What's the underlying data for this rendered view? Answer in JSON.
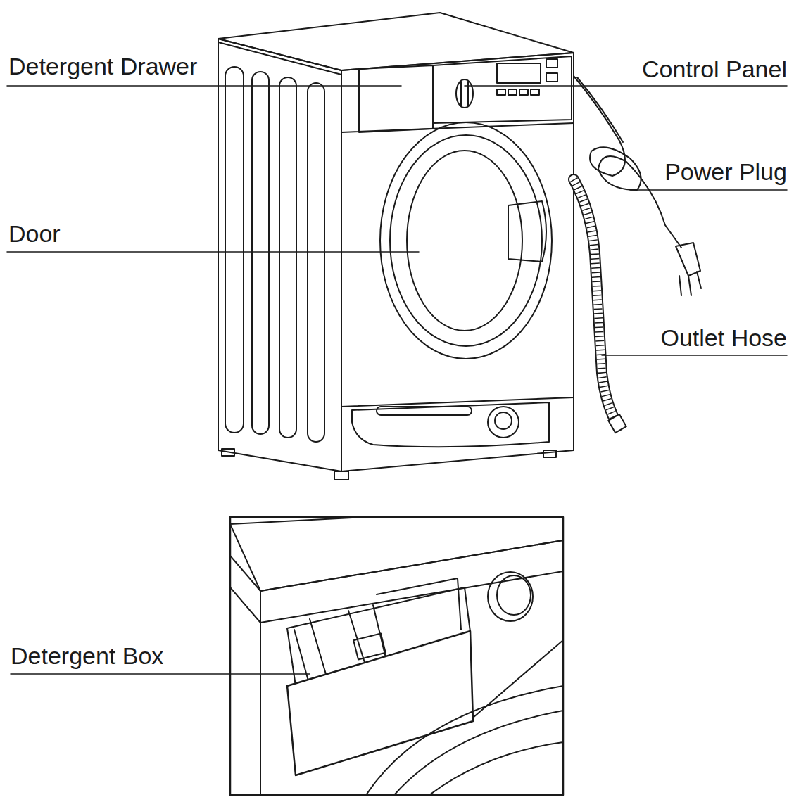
{
  "diagram": {
    "labels": [
      "Detergent Drawer",
      "Control Panel",
      "Door",
      "Power Plug",
      "Outlet Hose",
      "Detergent Box"
    ]
  }
}
